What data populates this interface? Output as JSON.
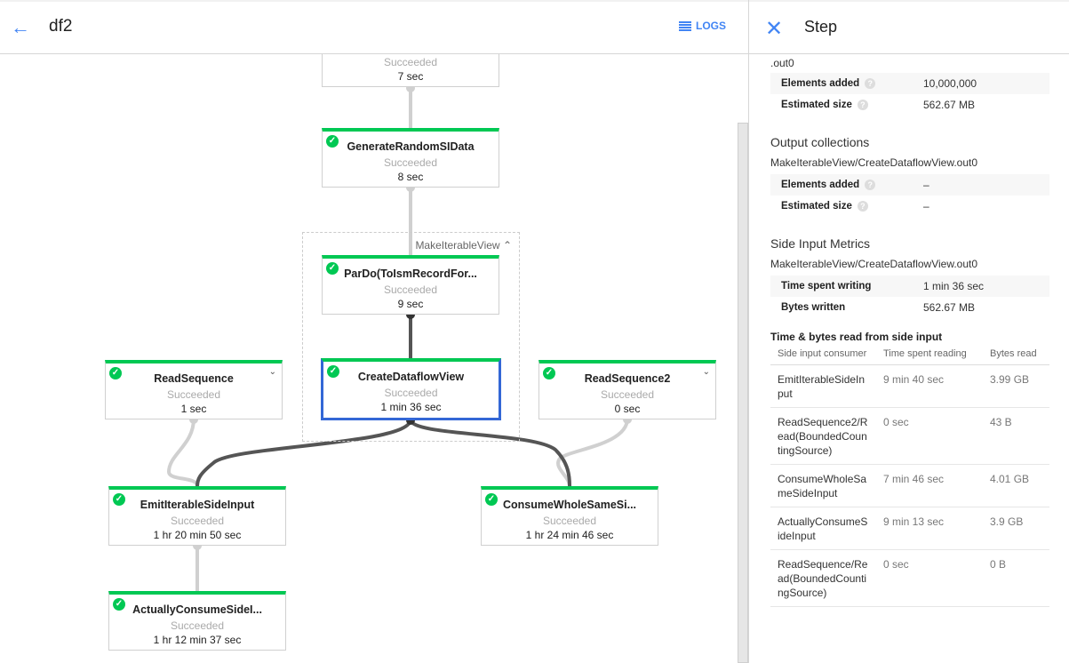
{
  "header": {
    "title": "df2",
    "logs_label": "LOGS"
  },
  "graph": {
    "group_label": "MakeIterableView",
    "nodes": [
      {
        "name": "",
        "status": "Succeeded",
        "time": "7 sec"
      },
      {
        "name": "GenerateRandomSIData",
        "status": "Succeeded",
        "time": "8 sec"
      },
      {
        "name": "ParDo(ToIsmRecordFor...",
        "status": "Succeeded",
        "time": "9 sec"
      },
      {
        "name": "CreateDataflowView",
        "status": "Succeeded",
        "time": "1 min 36 sec"
      },
      {
        "name": "ReadSequence",
        "status": "Succeeded",
        "time": "1 sec"
      },
      {
        "name": "ReadSequence2",
        "status": "Succeeded",
        "time": "0 sec"
      },
      {
        "name": "EmitIterableSideInput",
        "status": "Succeeded",
        "time": "1 hr 20 min 50 sec"
      },
      {
        "name": "ConsumeWholeSameSi...",
        "status": "Succeeded",
        "time": "1 hr 24 min 46 sec"
      },
      {
        "name": "ActuallyConsumeSideI...",
        "status": "Succeeded",
        "time": "1 hr 12 min 37 sec"
      }
    ],
    "colors": {
      "success": "#00c853",
      "selected": "#3367d6",
      "edge_active": "#555555",
      "edge_inactive": "#d0d0d0"
    }
  },
  "panel": {
    "title": "Step",
    "cut_text": ".out0",
    "input_metrics": [
      {
        "label": "Elements added",
        "value": "10,000,000"
      },
      {
        "label": "Estimated size",
        "value": "562.67 MB"
      }
    ],
    "output_heading": "Output collections",
    "output_name": "MakeIterableView/CreateDataflowView.out0",
    "output_metrics": [
      {
        "label": "Elements added",
        "value": "–"
      },
      {
        "label": "Estimated size",
        "value": "–"
      }
    ],
    "side_heading": "Side Input Metrics",
    "side_name": "MakeIterableView/CreateDataflowView.out0",
    "side_metrics": [
      {
        "label": "Time spent writing",
        "value": "1 min 36 sec"
      },
      {
        "label": "Bytes written",
        "value": "562.67 MB"
      }
    ],
    "read_heading": "Time & bytes read from side input",
    "columns": [
      "Side input consumer",
      "Time spent reading",
      "Bytes read"
    ],
    "rows": [
      [
        "EmitIterableSideInput",
        "9 min 40 sec",
        "3.99 GB"
      ],
      [
        "ReadSequence2/Read(BoundedCountingSource)",
        "0 sec",
        "43 B"
      ],
      [
        "ConsumeWholeSameSideInput",
        "7 min 46 sec",
        "4.01 GB"
      ],
      [
        "ActuallyConsumeSideInput",
        "9 min 13 sec",
        "3.9 GB"
      ],
      [
        "ReadSequence/Read(BoundedCountingSource)",
        "0 sec",
        "0 B"
      ]
    ]
  }
}
